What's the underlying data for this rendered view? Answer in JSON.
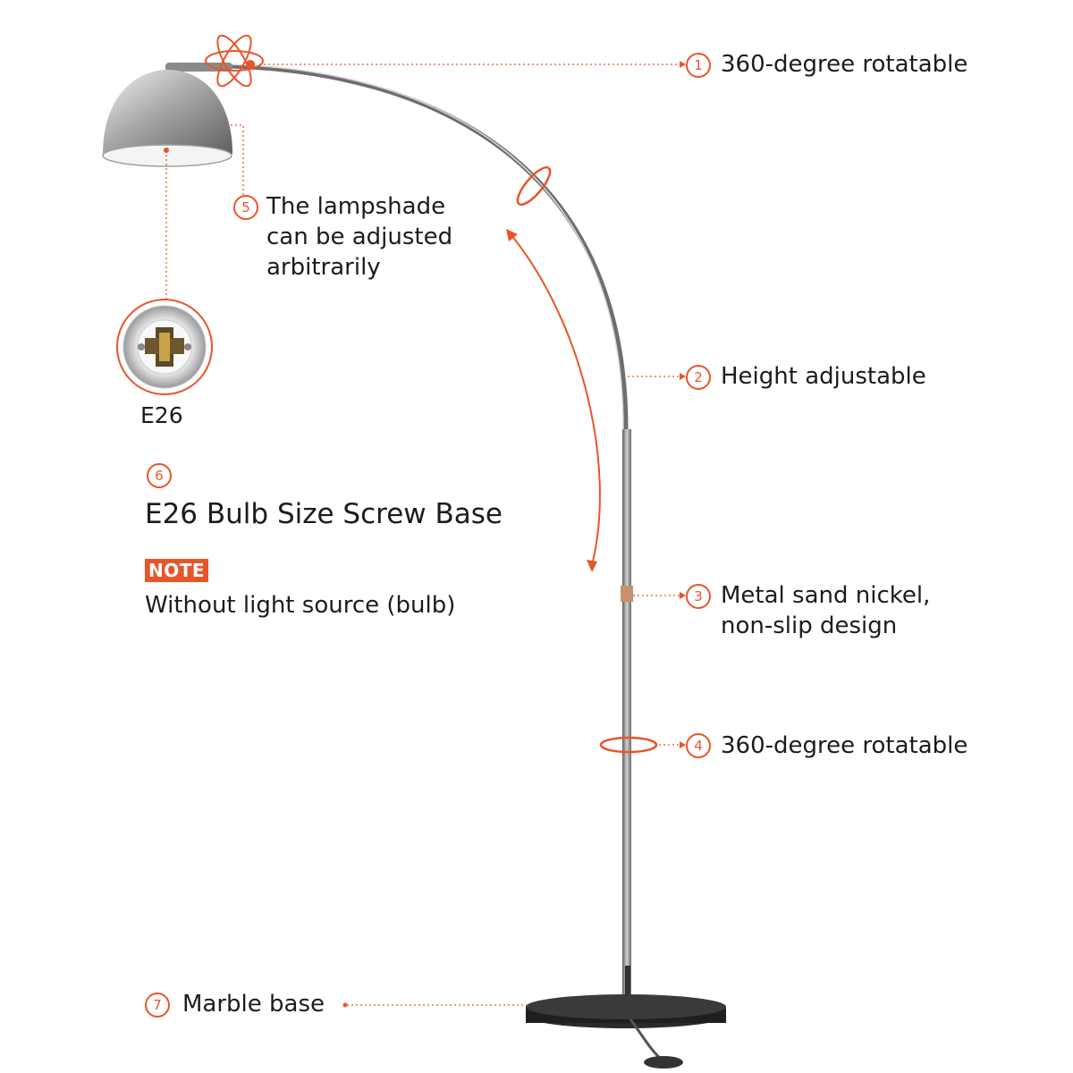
{
  "accent_color": "#e8552a",
  "features": [
    {
      "number": "1",
      "text": "360-degree rotatable"
    },
    {
      "number": "2",
      "text": "Height adjustable"
    },
    {
      "number": "3",
      "text_line1": "Metal sand nickel,",
      "text_line2": "non-slip design"
    },
    {
      "number": "4",
      "text": "360-degree rotatable"
    },
    {
      "number": "5",
      "text_line1": "The lampshade",
      "text_line2": "can be adjusted",
      "text_line3": "arbitrarily"
    },
    {
      "number": "6",
      "text": "E26 Bulb Size Screw Base"
    },
    {
      "number": "7",
      "text": "Marble base"
    }
  ],
  "socket_label": "E26",
  "note": {
    "badge": "NOTE",
    "text": "Without light source (bulb)"
  }
}
